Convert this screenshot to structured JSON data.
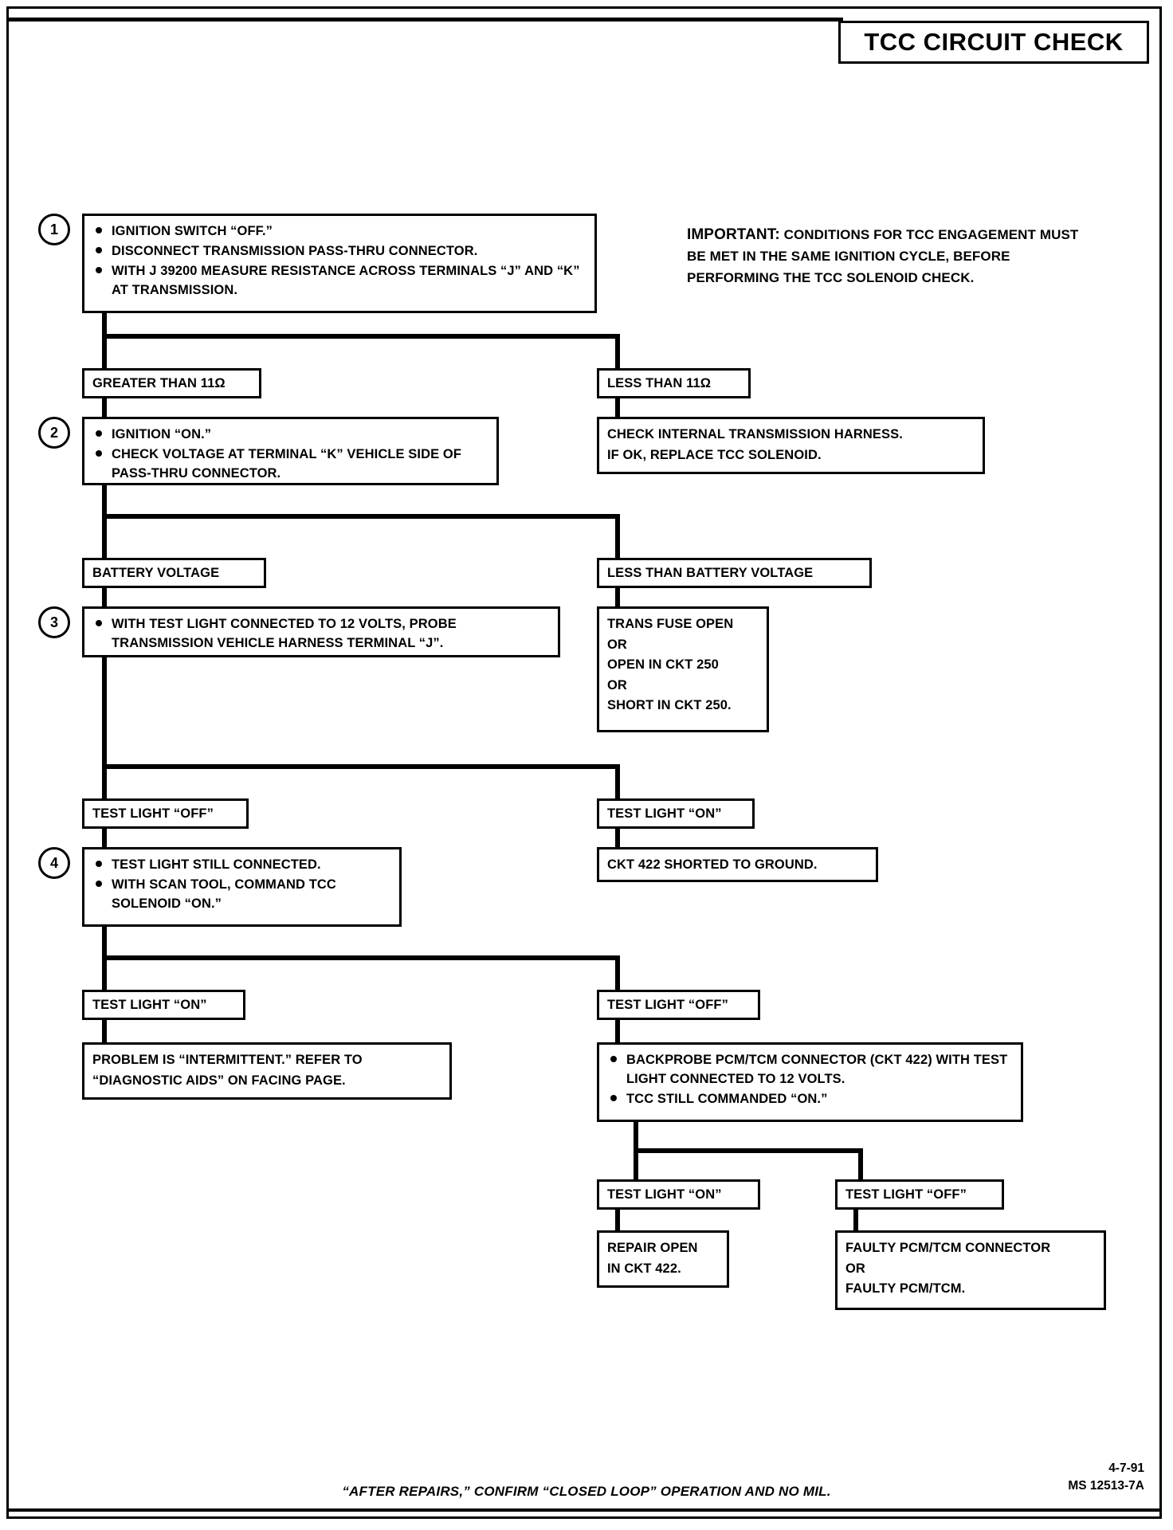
{
  "title": "TCC CIRCUIT CHECK",
  "important": {
    "heading": "IMPORTANT:",
    "body": "CONDITIONS FOR TCC ENGAGEMENT MUST BE MET IN THE SAME IGNITION CYCLE, BEFORE PERFORMING THE TCC SOLENOID CHECK."
  },
  "steps": {
    "one": "1",
    "two": "2",
    "three": "3",
    "four": "4"
  },
  "step1": {
    "b1": "IGNITION SWITCH “OFF.”",
    "b2": "DISCONNECT TRANSMISSION PASS-THRU CONNECTOR.",
    "b3": "WITH J 39200 MEASURE RESISTANCE ACROSS TERMINALS “J” AND “K” AT TRANSMISSION."
  },
  "labels": {
    "greater_11": "GREATER THAN 11Ω",
    "less_11": "LESS THAN 11Ω",
    "battery_voltage": "BATTERY VOLTAGE",
    "less_battery_voltage": "LESS THAN BATTERY VOLTAGE",
    "test_light_off_1": "TEST LIGHT “OFF”",
    "test_light_on_1": "TEST LIGHT “ON”",
    "test_light_on_2": "TEST LIGHT “ON”",
    "test_light_off_2": "TEST LIGHT “OFF”",
    "test_light_on_3": "TEST LIGHT “ON”",
    "test_light_off_3": "TEST LIGHT “OFF”"
  },
  "result_less_11": {
    "l1": "CHECK INTERNAL TRANSMISSION HARNESS.",
    "l2": "IF OK, REPLACE TCC SOLENOID."
  },
  "step2": {
    "b1": "IGNITION “ON.”",
    "b2": "CHECK VOLTAGE AT TERMINAL “K” VEHICLE SIDE OF PASS-THRU CONNECTOR."
  },
  "result_less_batt": {
    "l1": "TRANS FUSE OPEN",
    "l2": "OR",
    "l3": "OPEN IN CKT 250",
    "l4": "OR",
    "l5": "SHORT IN CKT 250."
  },
  "step3": {
    "b1": "WITH TEST LIGHT CONNECTED TO 12 VOLTS, PROBE TRANSMISSION VEHICLE HARNESS TERMINAL “J”."
  },
  "result_shorted": {
    "l1": "CKT 422 SHORTED TO GROUND."
  },
  "step4": {
    "b1": "TEST LIGHT STILL CONNECTED.",
    "b2": "WITH SCAN TOOL,  COMMAND TCC SOLENOID “ON.”"
  },
  "result_intermittent": {
    "l1": "PROBLEM IS “INTERMITTENT.”  REFER TO",
    "l2": "“DIAGNOSTIC AIDS” ON FACING PAGE."
  },
  "backprobe": {
    "b1": "BACKPROBE PCM/TCM CONNECTOR (CKT 422) WITH TEST LIGHT CONNECTED TO 12 VOLTS.",
    "b2": "TCC STILL COMMANDED “ON.”"
  },
  "result_repair_open": {
    "l1": "REPAIR OPEN",
    "l2": "IN CKT 422."
  },
  "result_faulty": {
    "l1": "FAULTY PCM/TCM CONNECTOR",
    "l2": "OR",
    "l3": "FAULTY PCM/TCM."
  },
  "footer": {
    "note": "“AFTER REPAIRS,” CONFIRM “CLOSED LOOP” OPERATION AND NO MIL.",
    "date": "4-7-91",
    "doc_id": "MS 12513-7A"
  }
}
